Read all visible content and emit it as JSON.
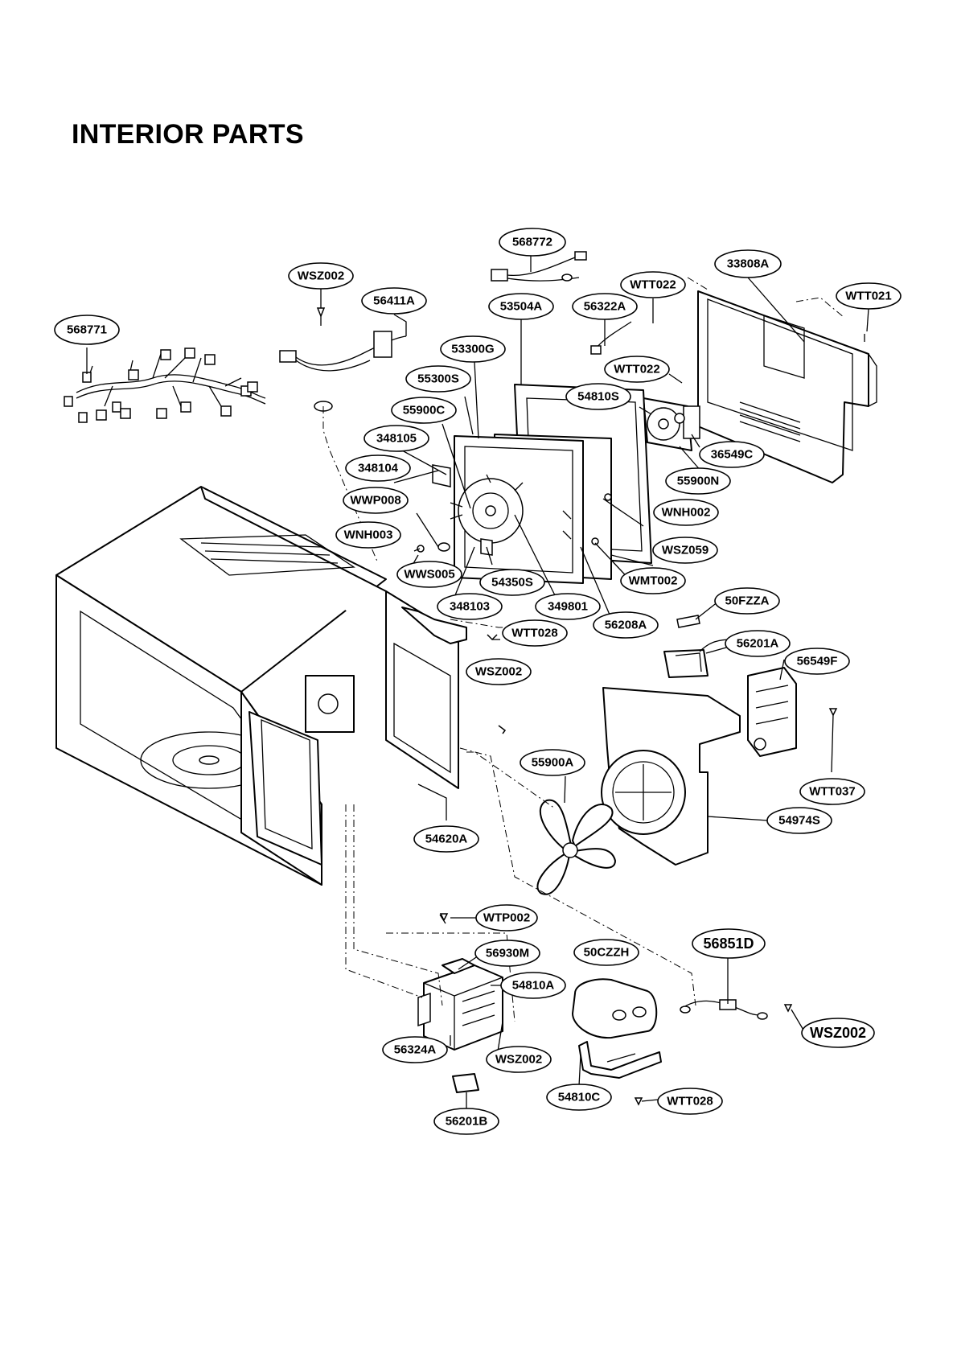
{
  "title": "INTERIOR PARTS",
  "callouts": {
    "c568772": "568772",
    "c33808A": "33808A",
    "cWSZ002a": "WSZ002",
    "cWTT022a": "WTT022",
    "cWTT021": "WTT021",
    "c56411A": "56411A",
    "c53504A": "53504A",
    "c56322A": "56322A",
    "c568771": "568771",
    "c53300G": "53300G",
    "cWTT022b": "WTT022",
    "c55300S": "55300S",
    "c54810S": "54810S",
    "c55900C": "55900C",
    "c348105": "348105",
    "c36549C": "36549C",
    "c348104": "348104",
    "c55900N": "55900N",
    "cWWP008": "WWP008",
    "cWNH002": "WNH002",
    "cWNH003": "WNH003",
    "cWSZ059": "WSZ059",
    "cWWS005": "WWS005",
    "c54350S": "54350S",
    "cWMT002": "WMT002",
    "c348103": "348103",
    "c349801": "349801",
    "c50FZZA": "50FZZA",
    "cWTT028a": "WTT028",
    "c56208A": "56208A",
    "c56201A": "56201A",
    "cWSZ002b": "WSZ002",
    "c56549F": "56549F",
    "c55900A": "55900A",
    "cWTT037": "WTT037",
    "c54620A": "54620A",
    "c54974S": "54974S",
    "cWTP002": "WTP002",
    "c56930M": "56930M",
    "c50CZZH": "50CZZH",
    "c56851D": "56851D",
    "c54810A": "54810A",
    "cWSZ002c": "WSZ002",
    "c56324A": "56324A",
    "cWSZ002d": "WSZ002",
    "c54810C": "54810C",
    "cWTT028b": "WTT028",
    "c56201B": "56201B"
  }
}
